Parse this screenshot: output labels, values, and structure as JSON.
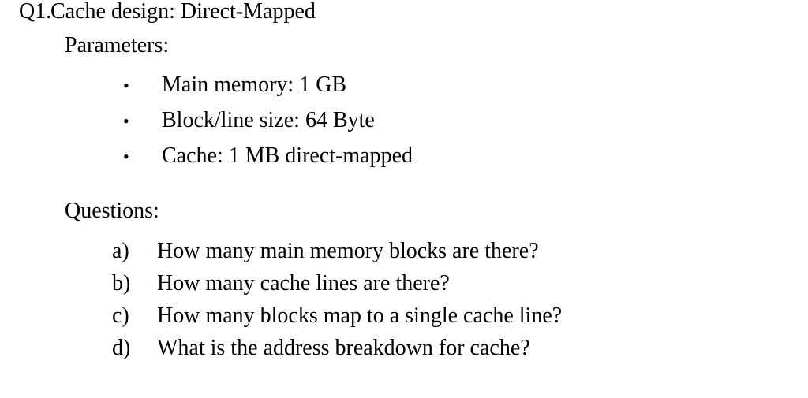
{
  "document": {
    "background_color": "#ffffff",
    "text_color": "#000000",
    "question_number": "Q1.",
    "title": "Cache design: Direct-Mapped",
    "parameters": {
      "heading": "Parameters:",
      "bullet_glyph": "•",
      "items": [
        "Main memory: 1 GB",
        "Block/line size: 64 Byte",
        "Cache: 1 MB direct-mapped"
      ]
    },
    "questions": {
      "heading": "Questions:",
      "items": [
        {
          "label": "a)",
          "text": "How many main memory blocks are there?"
        },
        {
          "label": "b)",
          "text": "How many cache lines are there?"
        },
        {
          "label": "c)",
          "text": "How many blocks map to a single cache line?"
        },
        {
          "label": "d)",
          "text": "What is the address breakdown for cache?"
        }
      ]
    }
  }
}
